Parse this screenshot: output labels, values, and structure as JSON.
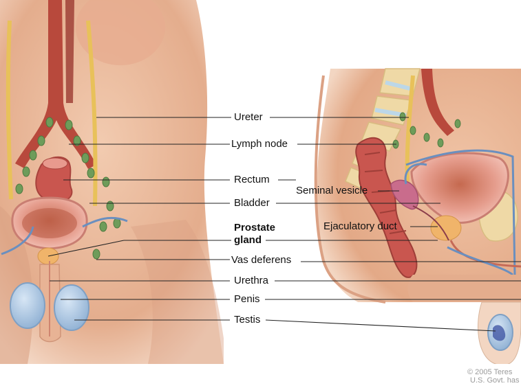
{
  "labels": {
    "ureter": "Ureter",
    "lymph_node": "Lymph node",
    "rectum": "Rectum",
    "bladder": "Bladder",
    "prostate_line1": "Prostate",
    "prostate_line2": "gland",
    "vas_deferens": "Vas deferens",
    "urethra": "Urethra",
    "penis": "Penis",
    "testis": "Testis",
    "seminal_vesicle": "Seminal vesicle",
    "ejaculatory_duct": "Ejaculatory duct"
  },
  "copyright": {
    "line1": "© 2005 Teres",
    "line2": "U.S. Govt. has u"
  },
  "colors": {
    "skin": "#e9b89a",
    "skin_shadow": "#d79b7c",
    "artery": "#b8493c",
    "ureter_yellow": "#e8c15a",
    "lymph_green": "#6e9c5a",
    "bladder_pink": "#d98a80",
    "rectum_pink": "#c9564f",
    "vein_blue": "#6a8fbf",
    "bone": "#efd9a6",
    "leader": "#222222"
  }
}
